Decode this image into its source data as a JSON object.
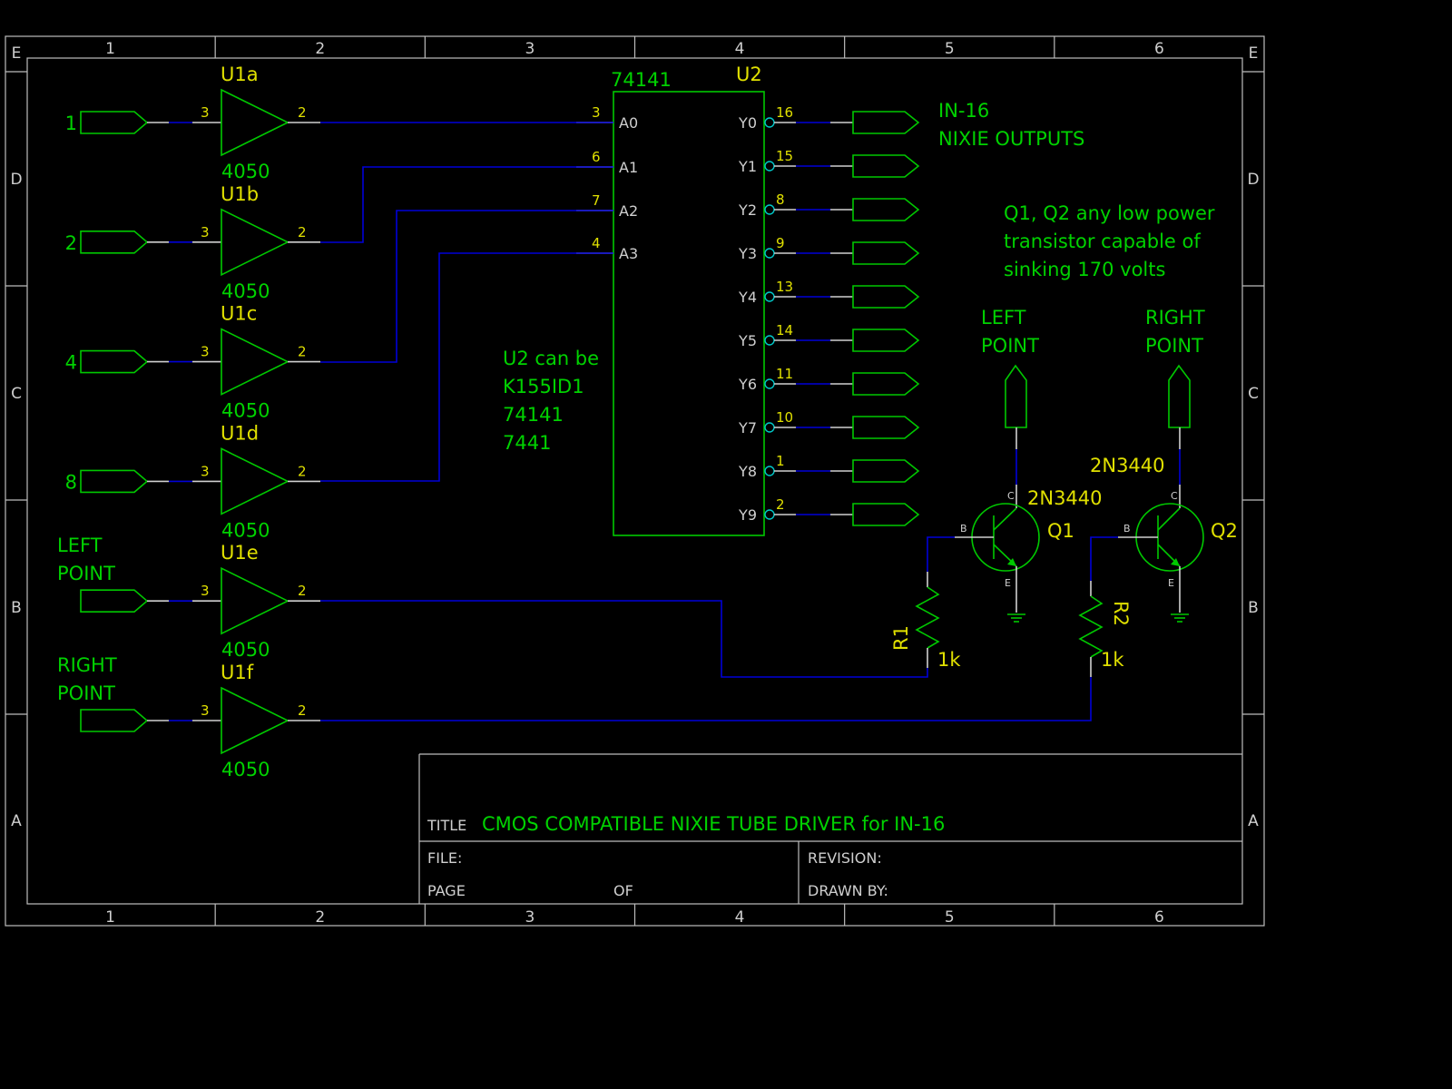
{
  "border": {
    "columns": [
      "1",
      "2",
      "3",
      "4",
      "5",
      "6"
    ],
    "rows": [
      "E",
      "D",
      "C",
      "B",
      "A"
    ]
  },
  "inputs": [
    {
      "label_lines": [
        "1"
      ],
      "ref": "U1a",
      "part": "4050",
      "pin_in": "3",
      "pin_out": "2"
    },
    {
      "label_lines": [
        "2"
      ],
      "ref": "U1b",
      "part": "4050",
      "pin_in": "3",
      "pin_out": "2"
    },
    {
      "label_lines": [
        "4"
      ],
      "ref": "U1c",
      "part": "4050",
      "pin_in": "3",
      "pin_out": "2"
    },
    {
      "label_lines": [
        "8"
      ],
      "ref": "U1d",
      "part": "4050",
      "pin_in": "3",
      "pin_out": "2"
    },
    {
      "label_lines": [
        "LEFT",
        "POINT"
      ],
      "ref": "U1e",
      "part": "4050",
      "pin_in": "3",
      "pin_out": "2"
    },
    {
      "label_lines": [
        "RIGHT",
        "POINT"
      ],
      "ref": "U1f",
      "part": "4050",
      "pin_in": "3",
      "pin_out": "2"
    }
  ],
  "decoder": {
    "part": "74141",
    "ref": "U2",
    "inputs": [
      {
        "name": "A0",
        "pin": "3"
      },
      {
        "name": "A1",
        "pin": "6"
      },
      {
        "name": "A2",
        "pin": "7"
      },
      {
        "name": "A3",
        "pin": "4"
      }
    ],
    "outputs": [
      {
        "name": "Y0",
        "pin": "16"
      },
      {
        "name": "Y1",
        "pin": "15"
      },
      {
        "name": "Y2",
        "pin": "8"
      },
      {
        "name": "Y3",
        "pin": "9"
      },
      {
        "name": "Y4",
        "pin": "13"
      },
      {
        "name": "Y5",
        "pin": "14"
      },
      {
        "name": "Y6",
        "pin": "11"
      },
      {
        "name": "Y7",
        "pin": "10"
      },
      {
        "name": "Y8",
        "pin": "1"
      },
      {
        "name": "Y9",
        "pin": "2"
      }
    ]
  },
  "notes": {
    "outputs_label": [
      "IN-16",
      "NIXIE OUTPUTS"
    ],
    "u2_alternatives": [
      "U2 can be",
      "K155ID1",
      "74141",
      "7441"
    ],
    "transistor_note": [
      "Q1, Q2 any low power",
      "transistor capable of",
      "sinking 170 volts"
    ]
  },
  "transistors": [
    {
      "ref": "Q1",
      "part": "2N3440",
      "collector": "C",
      "base": "B",
      "emitter": "E",
      "port_label": [
        "LEFT",
        "POINT"
      ],
      "resistor": {
        "ref": "R1",
        "value": "1k"
      }
    },
    {
      "ref": "Q2",
      "part": "2N3440",
      "collector": "C",
      "base": "B",
      "emitter": "E",
      "port_label": [
        "RIGHT",
        "POINT"
      ],
      "resistor": {
        "ref": "R2",
        "value": "1k"
      }
    }
  ],
  "title_block": {
    "title_label": "TITLE",
    "title": "CMOS COMPATIBLE NIXIE TUBE DRIVER for IN-16",
    "file_label": "FILE:",
    "revision_label": "REVISION:",
    "page_label": "PAGE",
    "of_label": "OF",
    "drawn_by_label": "DRAWN BY:"
  },
  "colors": {
    "background": "#000000",
    "symbol": "#00c800",
    "wire": "#0000d8",
    "pin_number": "#e0e000",
    "border": "#bdbdbd"
  }
}
